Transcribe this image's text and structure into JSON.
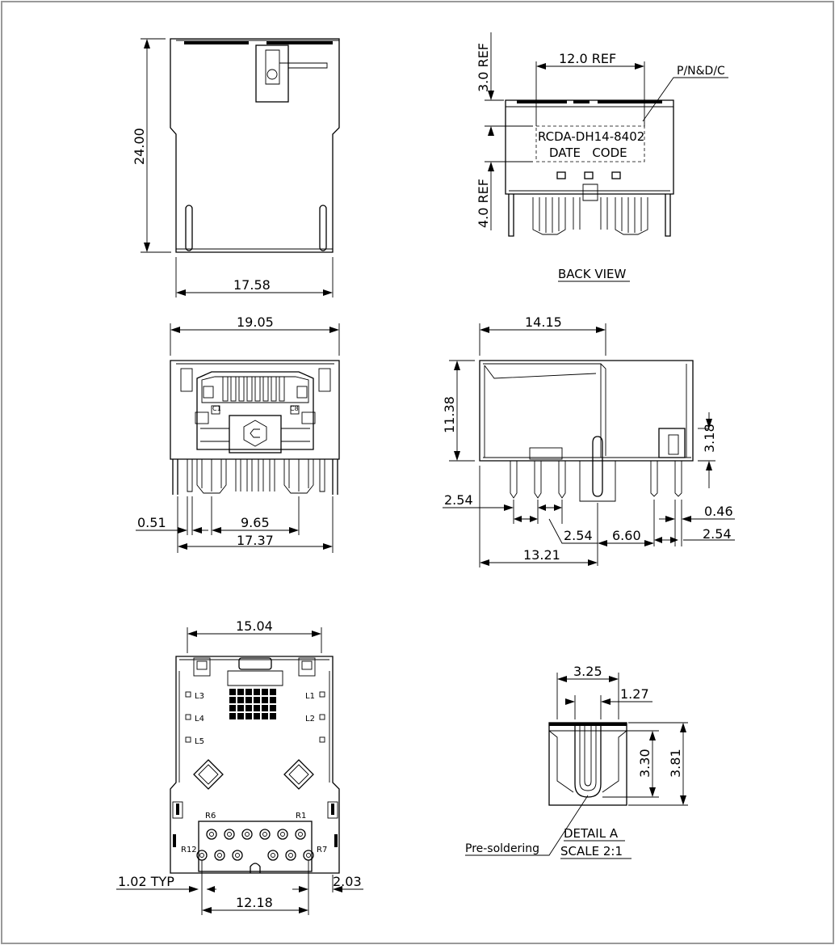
{
  "dimensions": {
    "top_height": "24.00",
    "top_width": "17.58",
    "back_ref_width": "12.0 REF",
    "back_ref_top": "3.0 REF",
    "back_ref_bottom": "4.0 REF",
    "front_width": "19.05",
    "front_pin_dia": "0.51",
    "front_pitch": "9.65",
    "front_pins_span": "17.37",
    "side_length": "14.15",
    "side_height": "11.38",
    "side_tab": "3.18",
    "side_offset": "2.54",
    "side_pitch": "2.54",
    "side_led_gap": "6.60",
    "side_pin_dia": "0.46",
    "side_right_pitch": "2.54",
    "side_total": "13.21",
    "bottom_width": "15.04",
    "bottom_pin_dia": "1.02 TYP",
    "bottom_span": "12.18",
    "bottom_right": "2.03",
    "detail_width": "3.25",
    "detail_thickness": "1.27",
    "detail_inner": "3.30",
    "detail_outer": "3.81"
  },
  "labels": {
    "pn_dc": "P/N&D/C",
    "part_number": "RCDA-DH14-8402",
    "date_code": "DATE   CODE",
    "back_view": "BACK VIEW",
    "contact_c1": "C1",
    "contact_c8": "C8",
    "pre_soldering": "Pre-soldering",
    "detail_a": "DETAIL A",
    "scale": "SCALE 2:1"
  },
  "pin_labels": {
    "l3": "L3",
    "l4": "L4",
    "l5": "L5",
    "l1": "L1",
    "l2": "L2",
    "r6": "R6",
    "r1": "R1",
    "r12": "R12",
    "r7": "R7"
  }
}
